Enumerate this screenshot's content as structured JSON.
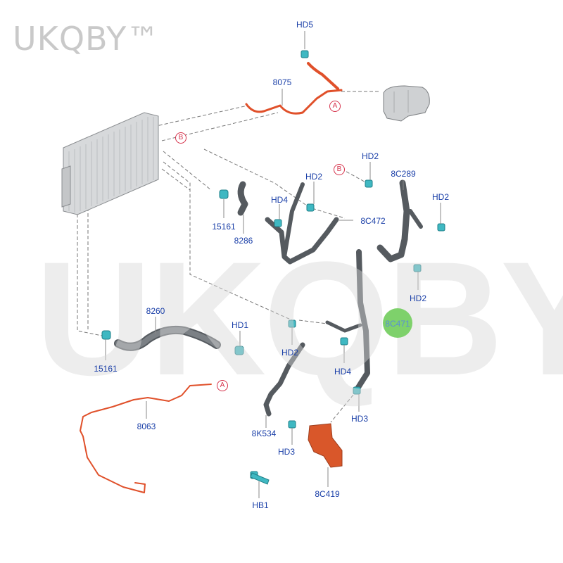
{
  "watermark": {
    "corner": "UKQBY™",
    "center": "UKQBY™"
  },
  "labels": {
    "hd5": "HD5",
    "p8075": "8075",
    "hd2_a": "HD2",
    "p8c289": "8C289",
    "hd2_b": "HD2",
    "hd2_c": "HD2",
    "hd4_a": "HD4",
    "p8c472": "8C472",
    "p15161_a": "15161",
    "p8286": "8286",
    "hd2_d": "HD2",
    "p8260": "8260",
    "hd1": "HD1",
    "hd2_e": "HD2",
    "p8c471": "8C471",
    "hd4_b": "HD4",
    "p15161_b": "15161",
    "hd3_a": "HD3",
    "p8063": "8063",
    "p8k534": "8K534",
    "hd3_b": "HD3",
    "p8c419": "8C419",
    "hb1": "HB1"
  },
  "refs": {
    "a1": "A",
    "b1": "B",
    "b2": "B",
    "a2": "A"
  },
  "colors": {
    "label": "#1a3fa8",
    "hose_red": "#e0502a",
    "clamp_teal": "#3fb8c2",
    "hose_dark": "#555a5f",
    "highlight_green": "#7ed16b",
    "ref_marker": "#d6334c"
  }
}
